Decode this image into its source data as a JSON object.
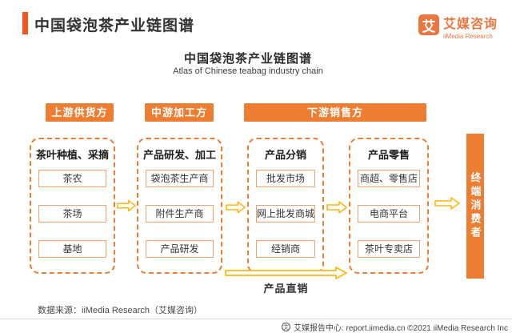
{
  "header": {
    "title": "中国袋泡茶产业链图谱",
    "logo_glyph": "艾",
    "logo_cn": "艾媒咨询",
    "logo_en": "iiMedia Research"
  },
  "chart": {
    "title": "中国袋泡茶产业链图谱",
    "subtitle": "Atlas of Chinese teabag industry chain"
  },
  "stages": [
    {
      "label": "上游供货方"
    },
    {
      "label": "中游加工方"
    },
    {
      "label": "下游销售方"
    }
  ],
  "columns": [
    {
      "title": "茶叶种植、采摘",
      "items": [
        "茶农",
        "茶场",
        "基地"
      ]
    },
    {
      "title": "产品研发、加工",
      "items": [
        "袋泡茶生产商",
        "附件生产商",
        "产品研发"
      ]
    },
    {
      "title": "产品分销",
      "items": [
        "批发市场",
        "网上批发商城",
        "经销商"
      ]
    },
    {
      "title": "产品零售",
      "items": [
        "商超、零售店",
        "电商平台",
        "茶叶专卖店"
      ]
    }
  ],
  "end_consumer_label": "终端消费者",
  "direct_sale_label": "产品直销",
  "footer": {
    "source": "数据来源：iiMedia Research（艾媒咨询）",
    "report_center": "艾媒报告中心: report.iimedia.cn ©2021 iiMedia Research Inc"
  },
  "colors": {
    "orange": "#ED7D31",
    "accent_red": "#F4541D",
    "arrow_gold": "#FEB70F",
    "box_border": "#F1A36B"
  }
}
